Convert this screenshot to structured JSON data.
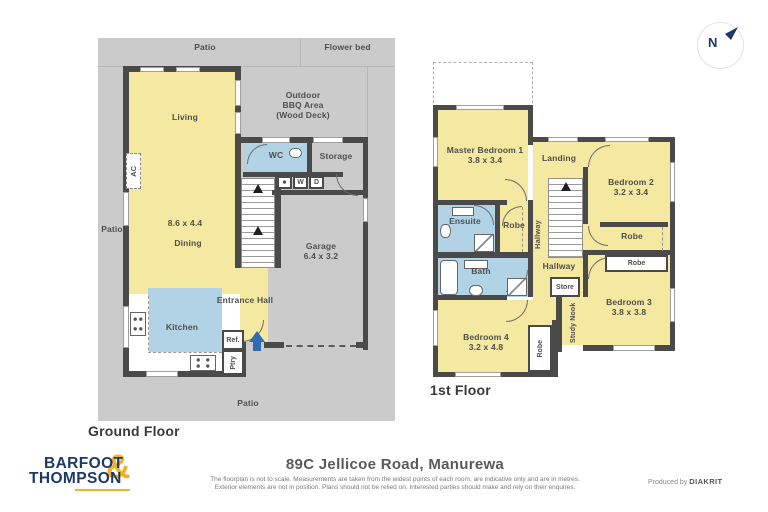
{
  "compass": {
    "label": "N"
  },
  "ground": {
    "title": "Ground Floor",
    "outdoor": {
      "patio_top": "Patio",
      "flower_bed": "Flower bed",
      "patio_left": "Patio",
      "patio_bottom": "Patio",
      "bbq_line1": "Outdoor",
      "bbq_line2": "BBQ Area",
      "bbq_line3": "(Wood Deck)"
    },
    "rooms": {
      "living": "Living",
      "living_dims": "8.6 x 4.4",
      "dining": "Dining",
      "ac": "AC",
      "wc": "WC",
      "storage": "Storage",
      "washer": "W",
      "dryer": "D",
      "garage": "Garage",
      "garage_dims": "6.4 x 3.2",
      "entrance_hall": "Entrance Hall",
      "kitchen": "Kitchen",
      "fridge": "Ref.",
      "pantry": "Ptry"
    }
  },
  "first": {
    "title": "1st Floor",
    "rooms": {
      "master": "Master Bedroom 1",
      "master_dims": "3.8 x 3.4",
      "landing": "Landing",
      "bed2": "Bedroom 2",
      "bed2_dims": "3.2 x 3.4",
      "ensuite": "Ensuite",
      "robe_ensuite": "Robe",
      "robe_bed2": "Robe",
      "robe_bed3": "Robe",
      "robe_bed4": "Robe",
      "hallway_v": "Hallway",
      "hallway_h": "Hallway",
      "bath": "Bath",
      "store": "Store",
      "study_nook": "Study Nook",
      "bed3": "Bedroom 3",
      "bed3_dims": "3.8 x 3.8",
      "bed4": "Bedroom 4",
      "bed4_dims": "3.2 x 4.8"
    }
  },
  "footer": {
    "logo_line1": "BARFOOT",
    "logo_line2": "THOMPSON",
    "logo_amp": "&",
    "address": "89C Jellicoe Road, Manurewa",
    "disclaimer_line1": "The floorplan is not to scale. Measurements are taken from the widest points of each room, are indicative only and are in metres.",
    "disclaimer_line2": "Exterior elements are not in position. Plans should not be relied on. Interested parties should make and rely on their enquires.",
    "produced_by": "Produced by",
    "producer": "DIAKRIT"
  },
  "colors": {
    "room_yellow": "#f5e8a0",
    "room_blue": "#b2d3e5",
    "outdoor_gray": "#cbcbcb",
    "wall": "#4a4a4a",
    "navy": "#1c3968",
    "gold": "#f0b323",
    "entry_arrow": "#2e6db4"
  }
}
